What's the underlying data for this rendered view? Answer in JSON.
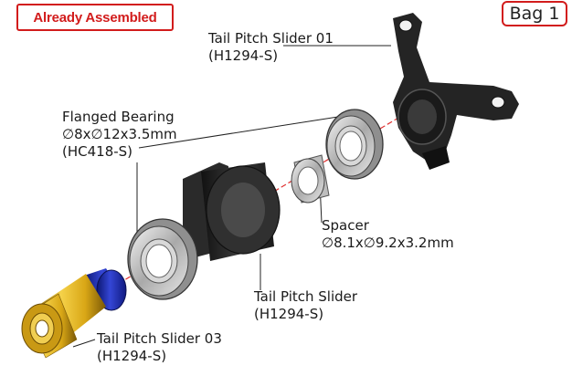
{
  "badges": {
    "assembled": "Already Assembled",
    "bag": "Bag 1"
  },
  "colors": {
    "badge_border": "#d21c1c",
    "axis_line": "#e03030",
    "gold_part": "#e3b21e",
    "blue_part": "#1f2fb0",
    "dark_part": "#2a2a2a"
  },
  "parts": [
    {
      "key": "slider01",
      "name": "Tail Pitch Slider 01",
      "spec": "",
      "code": "(H1294-S)"
    },
    {
      "key": "bearing",
      "name": "Flanged Bearing",
      "spec": "∅8x∅12x3.5mm",
      "code": "(HC418-S)"
    },
    {
      "key": "spacer",
      "name": "Spacer",
      "spec": "∅8.1x∅9.2x3.2mm",
      "code": ""
    },
    {
      "key": "slider",
      "name": "Tail Pitch Slider",
      "spec": "",
      "code": "(H1294-S)"
    },
    {
      "key": "slider03",
      "name": "Tail Pitch Slider 03",
      "spec": "",
      "code": "(H1294-S)"
    }
  ]
}
